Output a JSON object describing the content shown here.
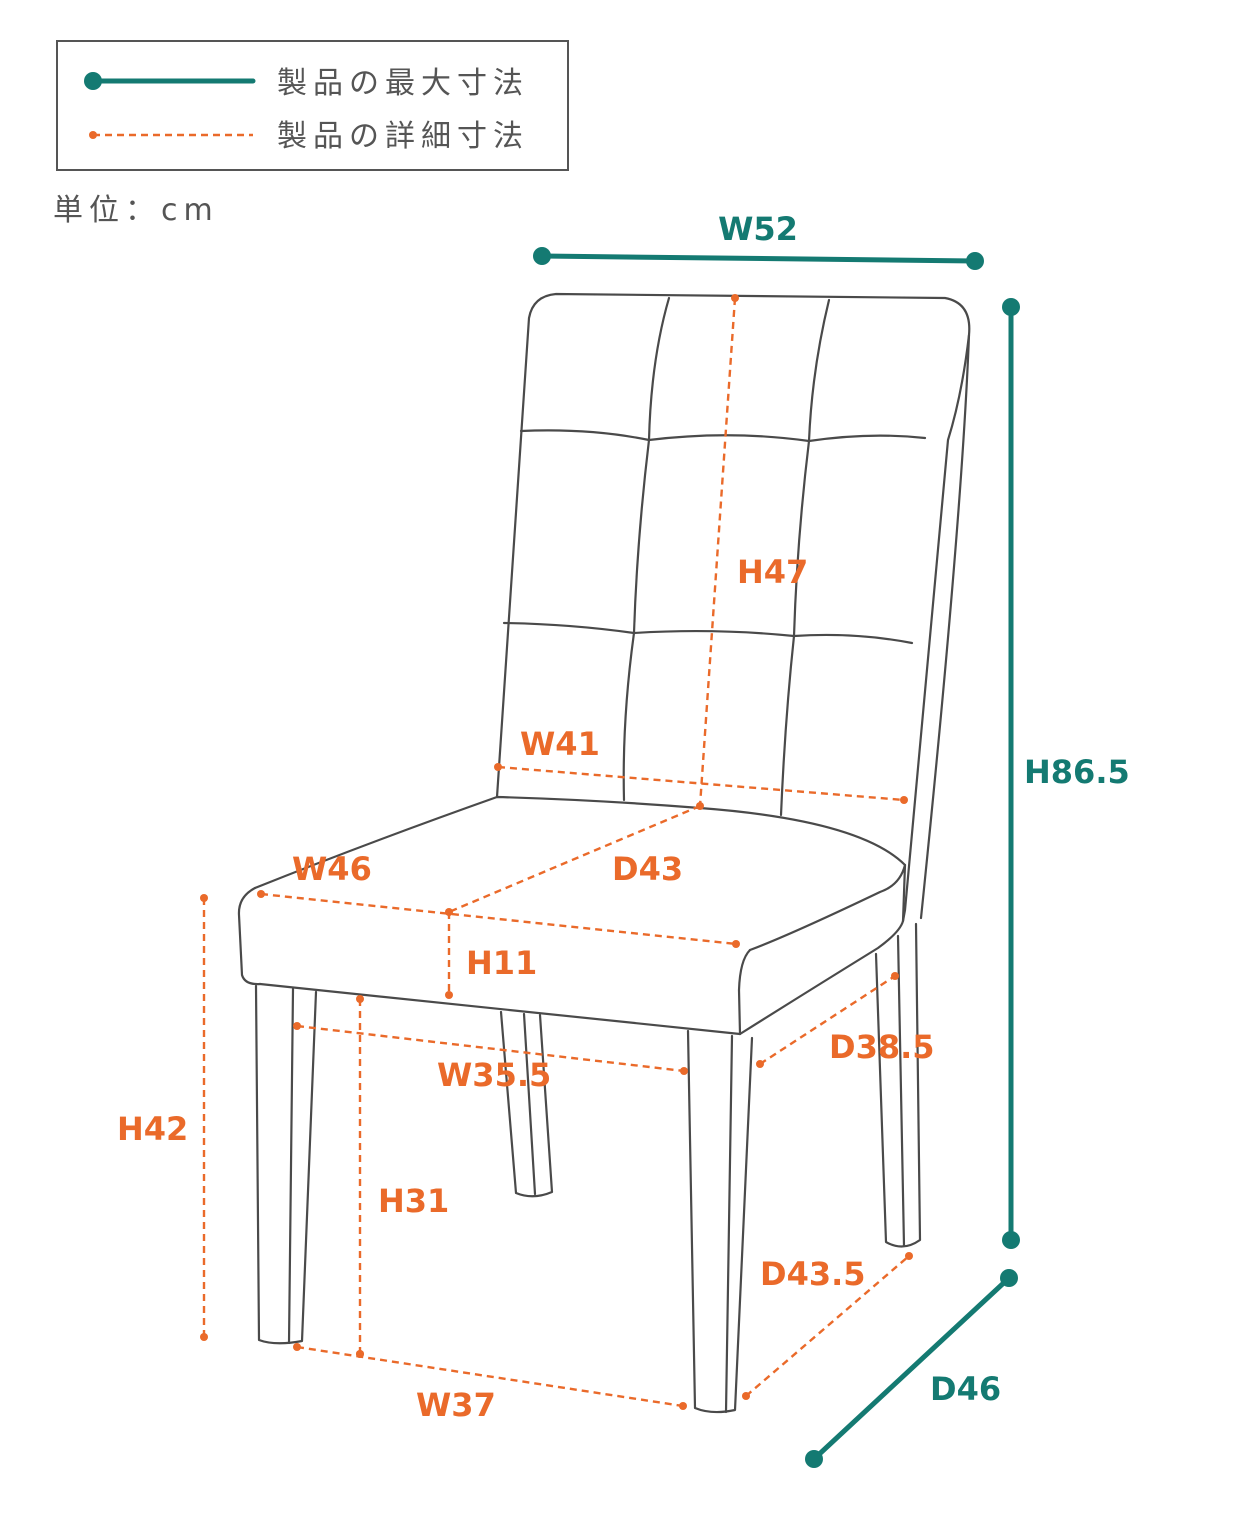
{
  "legend": {
    "max_label": "製品の最大寸法",
    "detail_label": "製品の詳細寸法"
  },
  "unit": "単位：cm",
  "colors": {
    "max_dimension": "#147a72",
    "detail_dimension": "#ea6a2a",
    "outline": "#4a4a4a"
  },
  "dimensions": {
    "max": {
      "width": "W52",
      "height": "H86.5",
      "depth": "D46"
    },
    "detail": {
      "back_height": "H47",
      "back_width": "W41",
      "seat_width": "W46",
      "seat_depth": "D43",
      "seat_thickness": "H11",
      "seat_height": "H42",
      "leg_clear_height": "H31",
      "inner_width_top": "W35.5",
      "inner_depth_top": "D38.5",
      "bottom_depth": "D43.5",
      "bottom_width": "W37"
    }
  }
}
